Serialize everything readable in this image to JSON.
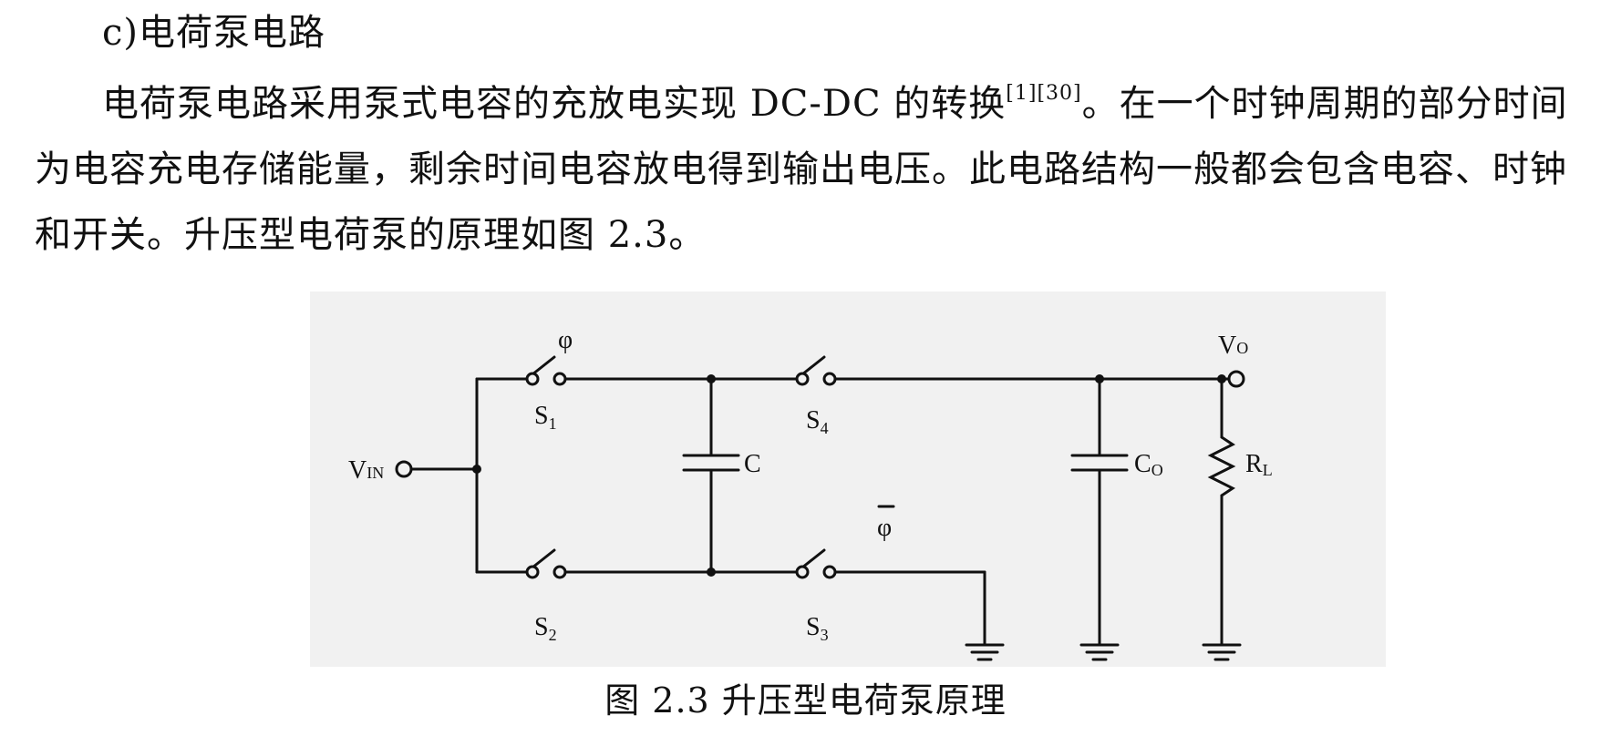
{
  "section": {
    "heading": "c)电荷泵电路"
  },
  "paragraph": {
    "text_1": "电荷泵电路采用泵式电容的充放电实现 DC-DC 的转换",
    "citation": "[1][30]",
    "text_2": "。在一个时钟周期的部分时间为电容充电存储能量，剩余时间电容放电得到输出电压。此电路结构一般都会包含电容、时钟和开关。升压型电荷泵的原理如图 2.3。"
  },
  "figure": {
    "labels": {
      "vin_main": "V",
      "vin_sub": "IN",
      "vo_main": "V",
      "vo_sub": "O",
      "phi": "φ",
      "phi_bar": "φ",
      "s1_main": "S",
      "s1_sub": "1",
      "s2_main": "S",
      "s2_sub": "2",
      "s3_main": "S",
      "s3_sub": "3",
      "s4_main": "S",
      "s4_sub": "4",
      "c": "C",
      "co_main": "C",
      "co_sub": "O",
      "rl_main": "R",
      "rl_sub": "L"
    },
    "caption": "图 2.3  升压型电荷泵原理"
  }
}
